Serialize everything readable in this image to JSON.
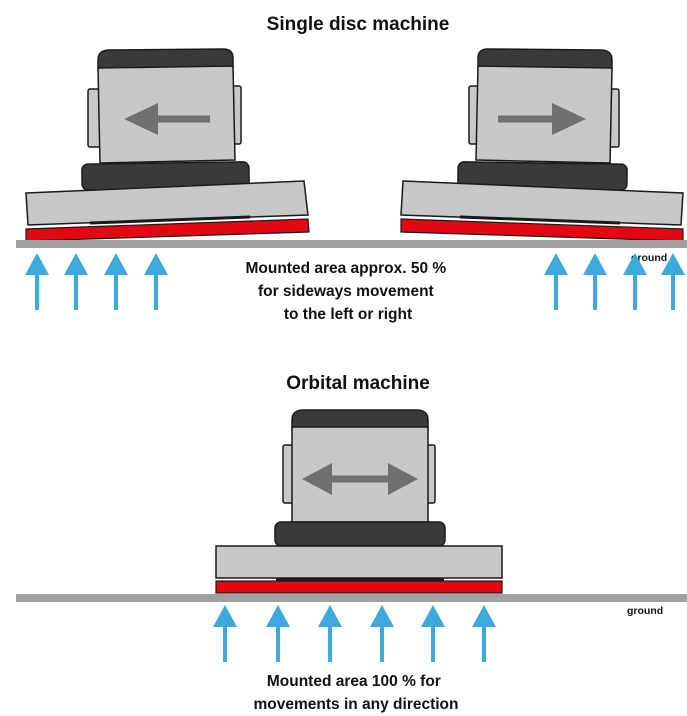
{
  "top_section": {
    "title": "Single disc machine",
    "caption": [
      "Mounted area approx. 50 %",
      "for sideways movement",
      "to the left or right"
    ],
    "ground_label": "ground"
  },
  "bottom_section": {
    "title": "Orbital machine",
    "caption": [
      "Mounted area 100 % for",
      "movements in any direction"
    ],
    "ground_label": "ground"
  },
  "colors": {
    "body": "#c8c8c8",
    "outline": "#1a1a1a",
    "dark_cap": "#3a3a3a",
    "pad": "#e30613",
    "ground": "#a0a0a0",
    "support_arrow": "#3da9dc",
    "direction_arrow": "#707070"
  }
}
